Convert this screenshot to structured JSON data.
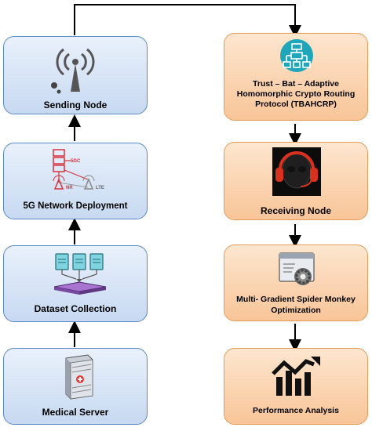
{
  "nodes": {
    "sending_node": "Sending Node",
    "network": "5G Network Deployment",
    "dataset": "Dataset Collection",
    "server": "Medical Server",
    "protocol": "Trust – Bat – Adaptive Homomorphic Crypto Routing Protocol (TBAHCRP)",
    "receiving": "Receiving Node",
    "optimization": "Multi- Gradient Spider Monkey Optimization",
    "performance": "Performance Analysis"
  },
  "network_icon_labels": {
    "core": "5GC",
    "nr": "NR",
    "lte": "LTE"
  },
  "colors": {
    "blue_border": "#5b88c4",
    "orange_border": "#e59b58",
    "arrow": "#000000",
    "network_red": "#d9313a",
    "dataset_teal": "#38b6c9",
    "dataset_purple": "#8a5ab8",
    "protocol_icon": "#1fa6b8",
    "headset_red": "#d8321e"
  },
  "icons": [
    "antenna-icon",
    "network-5g-icon",
    "dataset-files-icon",
    "server-icon",
    "routing-protocol-icon",
    "headset-icon",
    "optimization-gear-icon",
    "performance-chart-icon"
  ]
}
